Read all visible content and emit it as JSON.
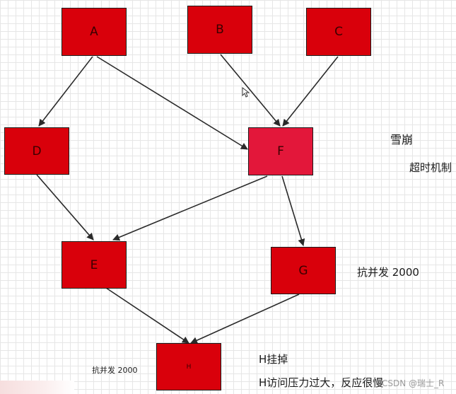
{
  "colors": {
    "node_fill": "#d9000b",
    "highlight_fill": "#e3173a",
    "edge": "#2a2a2a"
  },
  "nodes": {
    "a": {
      "label": "A"
    },
    "b": {
      "label": "B"
    },
    "c": {
      "label": "C"
    },
    "d": {
      "label": "D"
    },
    "f": {
      "label": "F"
    },
    "e": {
      "label": "E"
    },
    "g": {
      "label": "G"
    },
    "h": {
      "label": "H"
    }
  },
  "edges": [
    {
      "from": "A",
      "to": "D"
    },
    {
      "from": "A",
      "to": "F"
    },
    {
      "from": "B",
      "to": "F"
    },
    {
      "from": "C",
      "to": "F"
    },
    {
      "from": "D",
      "to": "E"
    },
    {
      "from": "F",
      "to": "E"
    },
    {
      "from": "F",
      "to": "G"
    },
    {
      "from": "E",
      "to": "H"
    },
    {
      "from": "G",
      "to": "H"
    }
  ],
  "notes": {
    "avalanche": "雪崩",
    "timeout_mechanism": "超时机制",
    "concurrency_g": "抗并发 2000",
    "concurrency_h": "抗并发 2000",
    "h_down": "H挂掉",
    "h_pressure": "H访问压力过大，反应很慢"
  },
  "watermark": "CSDN @瑞士_R"
}
